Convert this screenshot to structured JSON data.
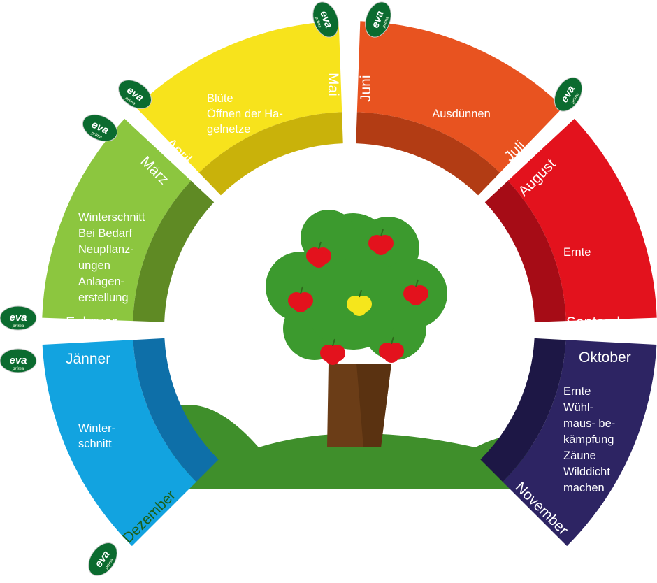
{
  "logo": {
    "text": "eva",
    "subtext": "prima",
    "color_bg": "#0b6b2f",
    "color_text": "#ffffff"
  },
  "colors": {
    "yellow": "#f7e31c",
    "yellow_dark": "#c9b20a",
    "orange": "#e85320",
    "orange_dark": "#b23c14",
    "red": "#e3121d",
    "red_dark": "#a60c16",
    "green": "#8cc63f",
    "green_dark": "#5f8a24",
    "blue": "#12a3e0",
    "blue_dark": "#0e6fa8",
    "navy": "#2d2463",
    "navy_dark": "#1d1745",
    "hill": "#3f8f2b",
    "trunk": "#6b3d17",
    "foliage": "#3c9a2e"
  },
  "segments": {
    "april_mai": {
      "month_a": "April",
      "month_b": "Mai",
      "activity": [
        "Blüte",
        "Öffnen der Ha-",
        "gelnetze"
      ]
    },
    "juni_juli": {
      "month_a": "Juni",
      "month_b": "Juli",
      "activity": [
        "Ausdünnen"
      ]
    },
    "august_september": {
      "month_a": "August",
      "month_b": "September",
      "activity": [
        "Ernte"
      ]
    },
    "februar_maerz": {
      "month_a": "Februar",
      "month_b": "März",
      "activity": [
        "Winterschnitt",
        "Bei Bedarf",
        "Neupflanz-",
        "ungen",
        "Anlagen-",
        "erstellung"
      ]
    },
    "dezember_jaenner": {
      "month_a": "Jänner",
      "month_b": "Dezember",
      "activity": [
        "Winter-",
        "schnitt"
      ]
    },
    "oktober_november": {
      "month_a": "Oktober",
      "month_b": "November",
      "activity": [
        "Ernte",
        "Wühl-",
        "maus- be-",
        "kämpfung",
        "Zäune",
        "Wilddicht",
        "machen"
      ]
    }
  }
}
